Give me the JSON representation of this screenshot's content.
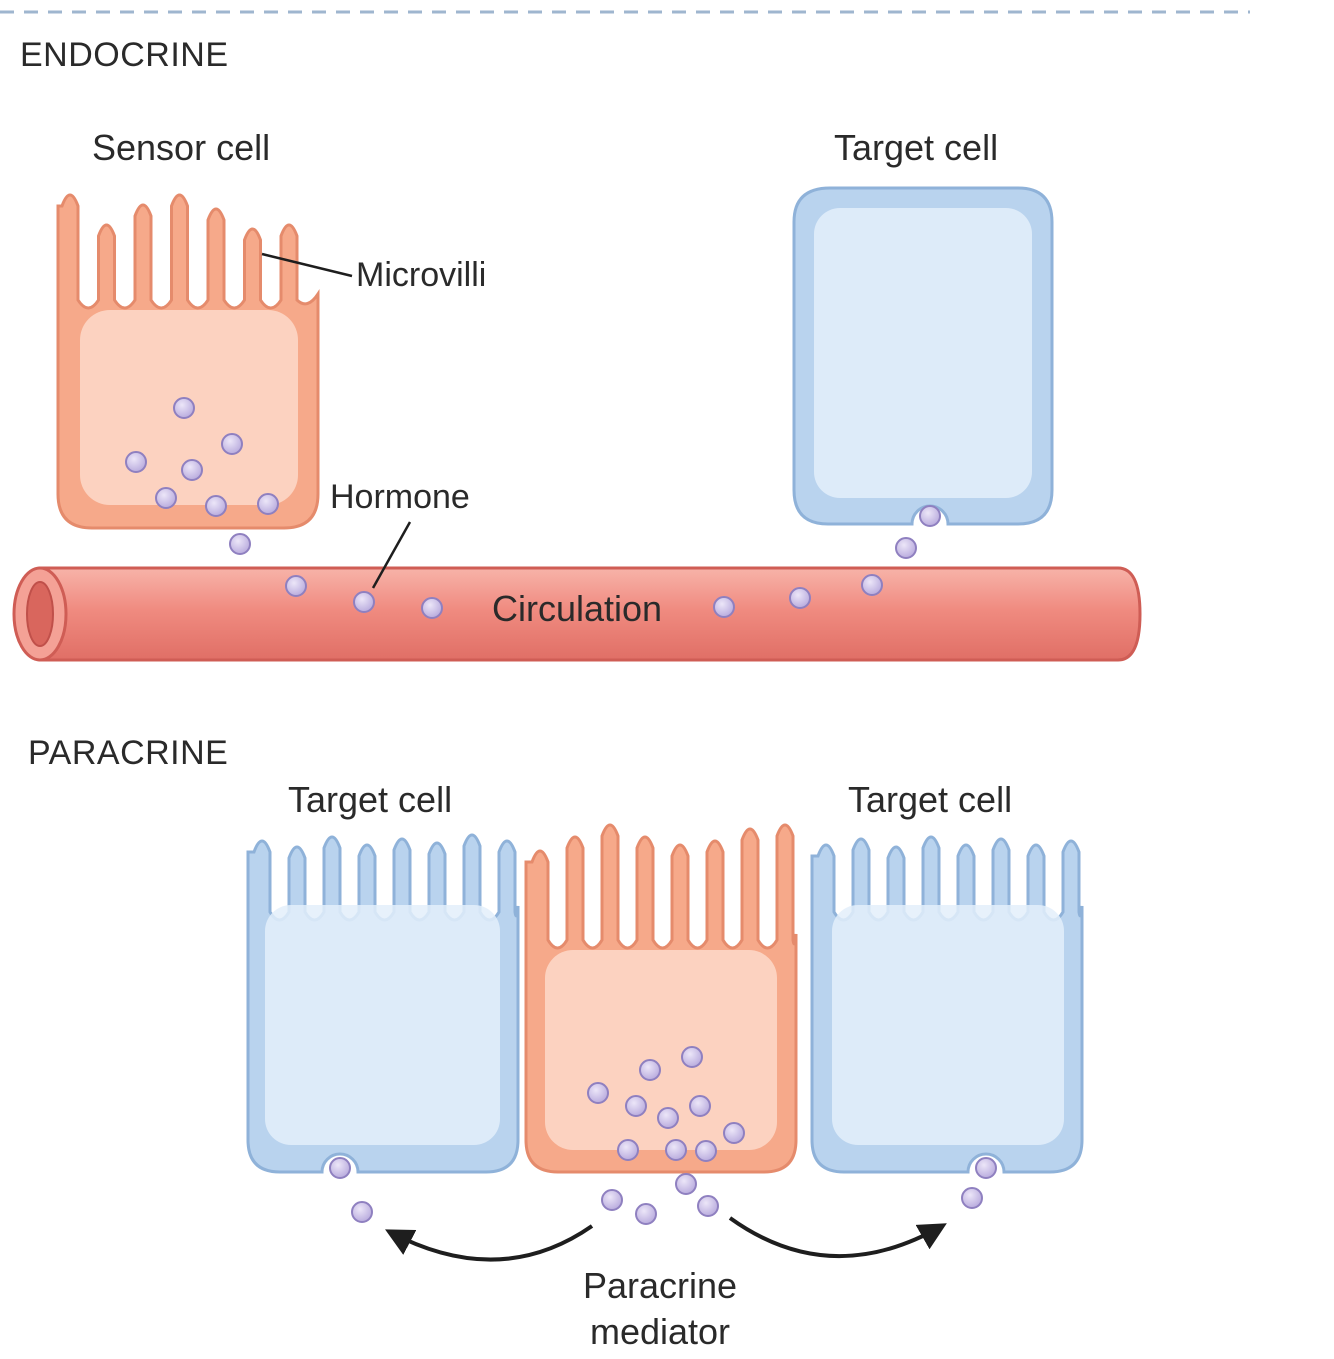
{
  "endocrine": {
    "section_label": "ENDOCRINE",
    "sensor_cell_label": "Sensor cell",
    "target_cell_label": "Target cell",
    "microvilli_label": "Microvilli",
    "hormone_label": "Hormone",
    "circulation_label": "Circulation"
  },
  "paracrine": {
    "section_label": "PARACRINE",
    "target_cell_left_label": "Target cell",
    "target_cell_right_label": "Target cell",
    "mediator_label_line1": "Paracrine",
    "mediator_label_line2": "mediator"
  },
  "colors": {
    "sensor_fill": "#f6a98a",
    "sensor_inner": "#fde0d2",
    "sensor_stroke": "#e58b6c",
    "target_fill": "#b9d3ee",
    "target_inner": "#e3eefa",
    "target_stroke": "#8fb2d9",
    "vessel_fill": "#f08b80",
    "vessel_stroke": "#cf5d55",
    "molecule_fill": "#c9bde6",
    "molecule_stroke": "#8f80c0",
    "divider": "#9fb6cf"
  }
}
